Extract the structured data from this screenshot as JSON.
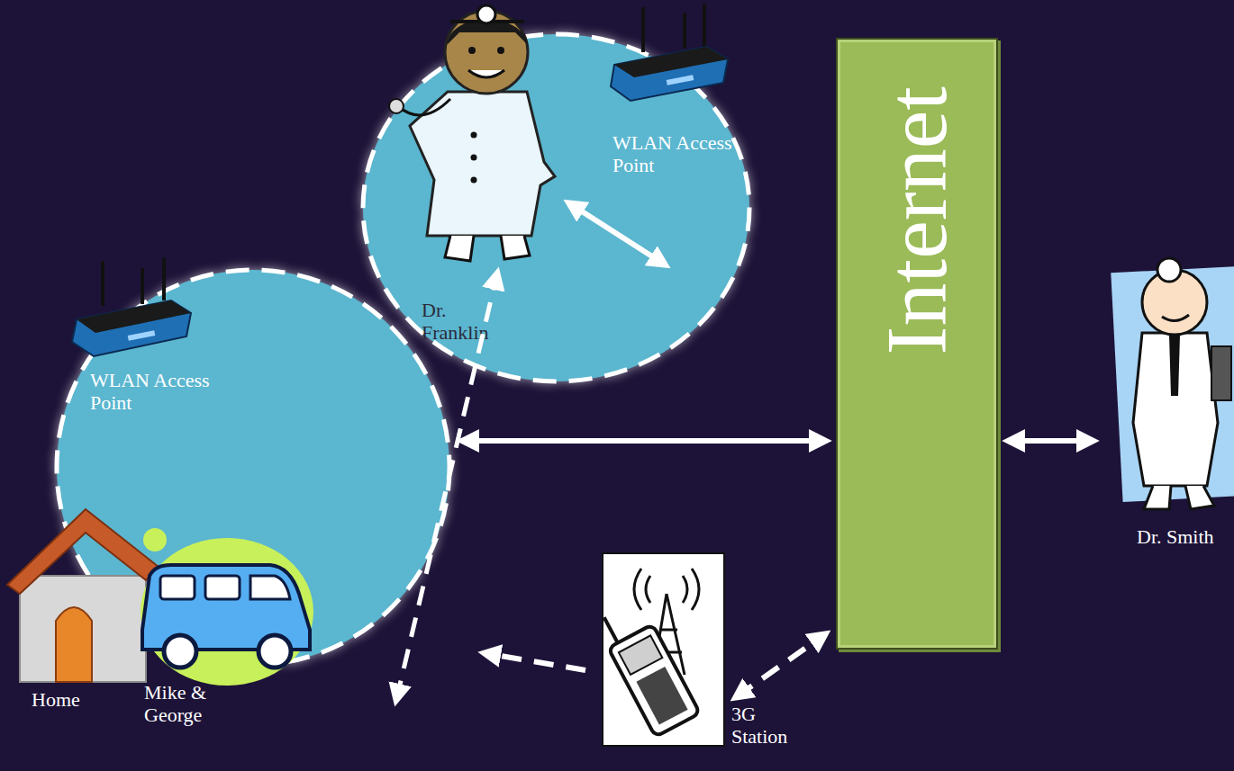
{
  "diagram": {
    "nodes": [
      {
        "text": [
          "WLAN Access Point",
          "Dr. Franklin"
        ]
      },
      {
        "text": [
          "WLAN Access Point"
        ]
      },
      {
        "text": [
          "Internet"
        ]
      },
      {
        "text": [
          "Dr. Smith"
        ]
      },
      {
        "text": [
          "3G Station"
        ]
      }
    ],
    "edges": [
      {
        "from": 1,
        "to": 2,
        "arrow": "both"
      },
      {
        "from": 2,
        "to": 3,
        "arrow": "both"
      },
      {
        "from": 4,
        "to": 2,
        "arrow": "both"
      }
    ],
    "labels": [
      "Home",
      "Mike & George"
    ]
  }
}
